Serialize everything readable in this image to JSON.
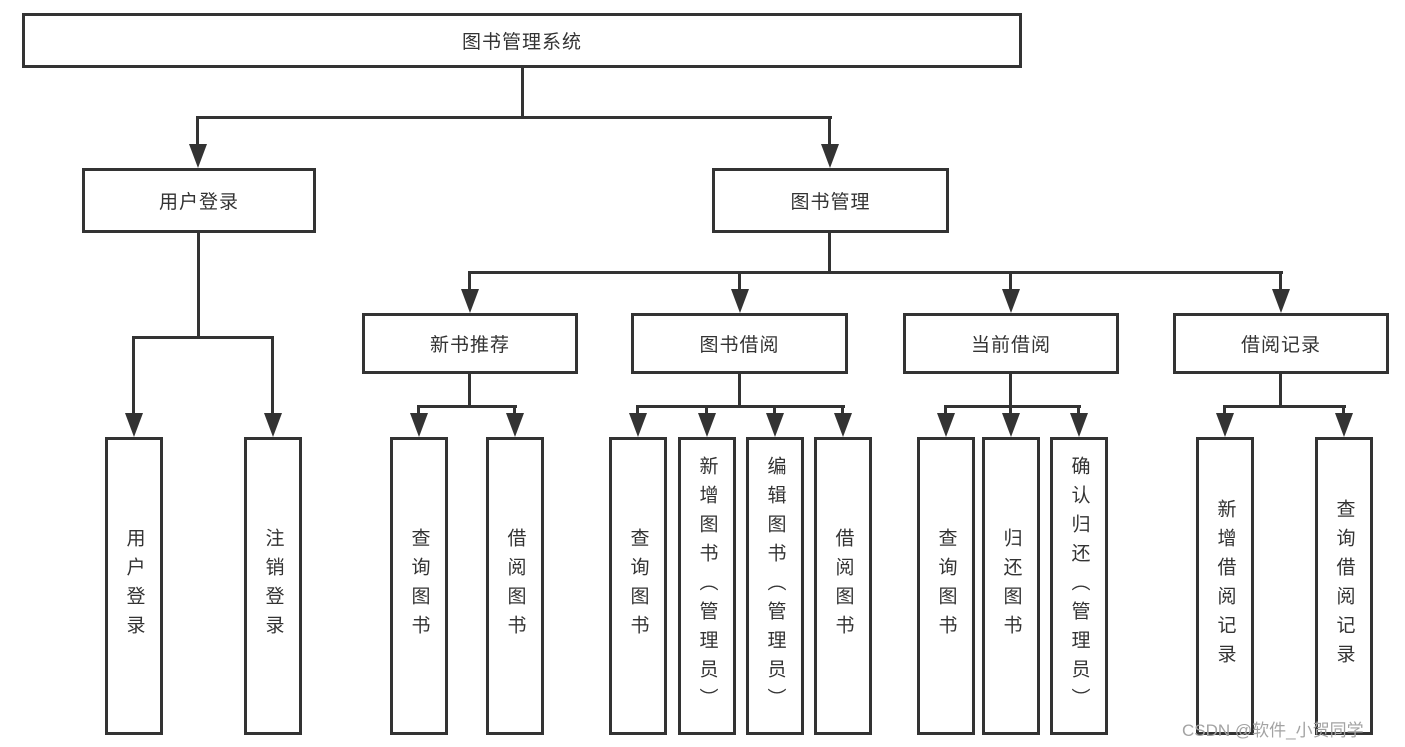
{
  "nodes": {
    "root": "图书管理系统",
    "user_login": "用户登录",
    "book_mgmt": "图书管理",
    "new_book": "新书推荐",
    "book_borrow": "图书借阅",
    "current_borrow": "当前借阅",
    "borrow_record": "借阅记录",
    "leaf_user_login": "用户登录",
    "leaf_logout": "注销登录",
    "leaf_nb_query": "查询图书",
    "leaf_nb_borrow": "借阅图书",
    "leaf_bb_query": "查询图书",
    "leaf_bb_add": "新增图书（管理员）",
    "leaf_bb_edit": "编辑图书（管理员）",
    "leaf_bb_borrow": "借阅图书",
    "leaf_cb_query": "查询图书",
    "leaf_cb_return": "归还图书",
    "leaf_cb_confirm": "确认归还（管理员）",
    "leaf_br_add": "新增借阅记录",
    "leaf_br_query": "查询借阅记录"
  },
  "watermark": "CSDN @软件_小贺同学",
  "colors": {
    "line": "#333333",
    "text": "#333333",
    "background": "#ffffff",
    "watermark": "#a3a3a3"
  }
}
